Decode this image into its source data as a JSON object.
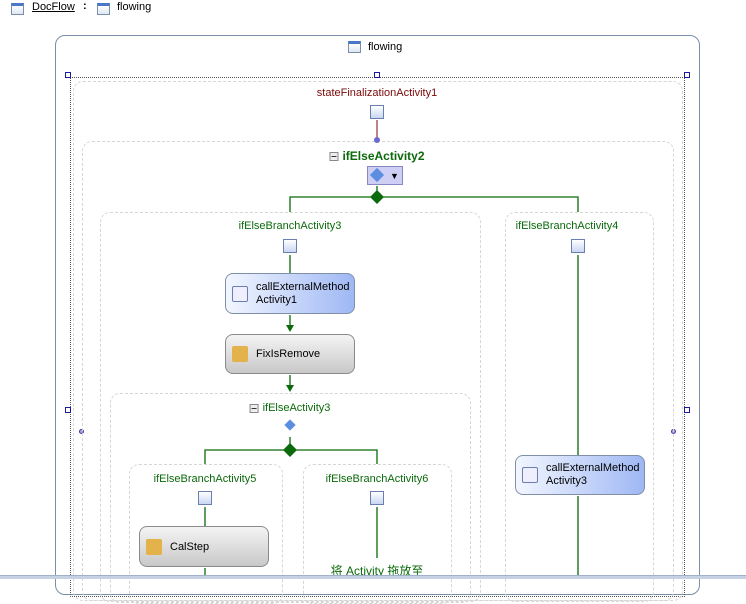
{
  "breadcrumb": {
    "root": "DocFlow",
    "separator": ":",
    "current": "flowing"
  },
  "state": {
    "title": "flowing"
  },
  "finalization": {
    "title": "stateFinalizationActivity1"
  },
  "ifelse2": {
    "title": "ifElseActivity2"
  },
  "branch3": {
    "title": "ifElseBranchActivity3",
    "activities": [
      "callExternalMethod\nActivity1",
      "FixIsRemove"
    ]
  },
  "ifelse3": {
    "title": "ifElseActivity3"
  },
  "branch5": {
    "title": "ifElseBranchActivity5",
    "activity": "CalStep"
  },
  "branch6": {
    "title": "ifElseBranchActivity6",
    "drop_hint": "将 Activity 拖放至"
  },
  "branch4": {
    "title": "ifElseBranchActivity4",
    "activity": "callExternalMethod\nActivity3"
  },
  "colors": {
    "branch_line": "#0b6a0b",
    "finalization_text": "#7a0a0a",
    "accent": "#4a78c8"
  }
}
